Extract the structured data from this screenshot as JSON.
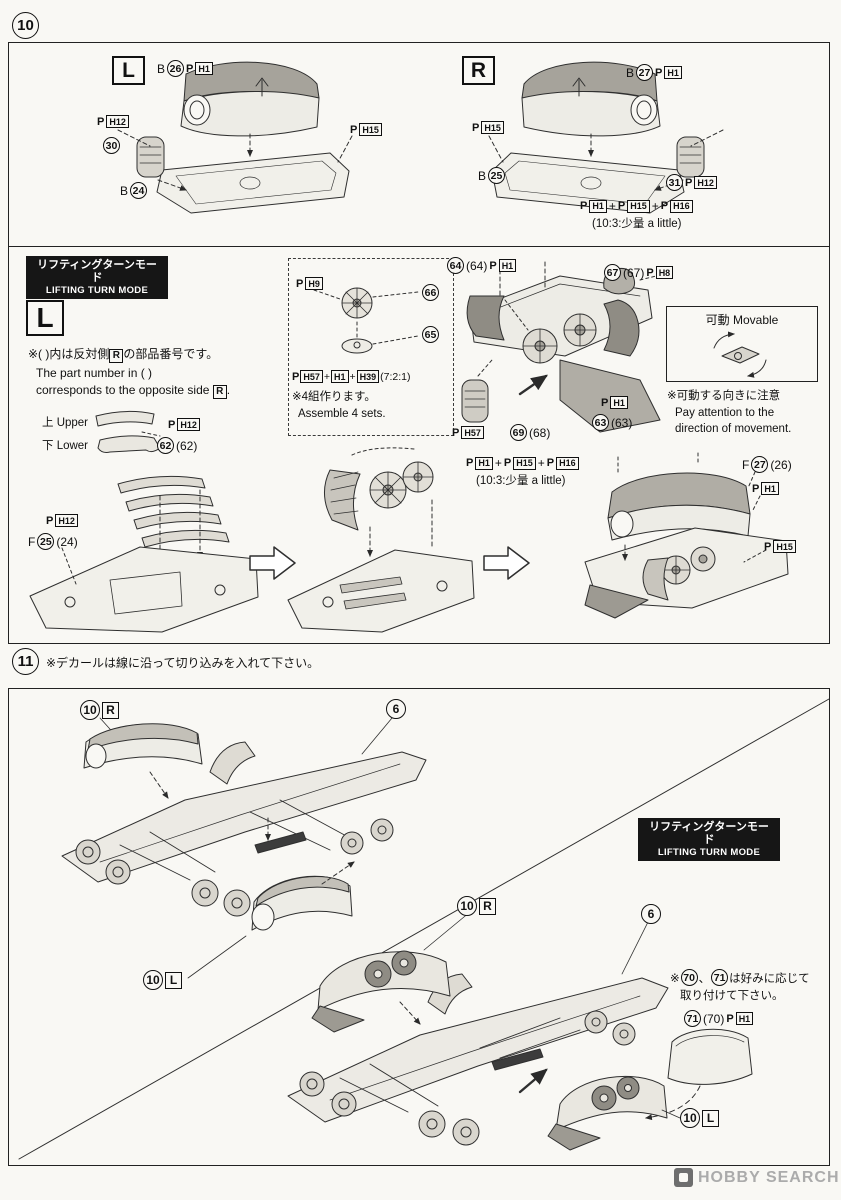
{
  "const": {
    "P": "P",
    "plus": "+",
    "B": "B",
    "F": "F"
  },
  "watermark": {
    "text": "HOBBY SEARCH"
  },
  "badge": {
    "jp": "リフティングターンモード",
    "en": "LIFTING TURN MODE"
  },
  "step10": {
    "num": "10",
    "top": {
      "left_side": "L",
      "right_side": "R",
      "b26": "26",
      "b26_paint": "H1",
      "h12_left": "H12",
      "p30": "30",
      "b24": "24",
      "h15_left": "H15",
      "b27": "27",
      "b27_paint": "H1",
      "h15_right": "H15",
      "b25": "25",
      "p31": "31",
      "h12_right": "H12"
    },
    "mix": {
      "p1": "H1",
      "p2": "H15",
      "p3": "H16",
      "ratio": "(10:3:少量 a little)"
    },
    "mid": {
      "side": "L",
      "note_jp_a": "※( )内は反対側",
      "note_jp_r": "R",
      "note_jp_b": "の部品番号です。",
      "note_en_a": "The part number in ( )",
      "note_en_b": "corresponds to the opposite side",
      "note_en_r": "R",
      "note_en_dot": ".",
      "upper": "上 Upper",
      "lower": "下 Lower",
      "h12_62": "H12",
      "p62": "62",
      "p62_alt": "(62)",
      "h12_f": "H12",
      "f25": "25",
      "f25_alt": "(24)",
      "inset": {
        "h9": "H9",
        "p66": "66",
        "p65": "65",
        "f_p": "H57",
        "f_2": "H1",
        "f_3": "H39",
        "f_ratio": "(7:2:1)",
        "note_jp": "※4組作ります。",
        "note_en": "Assemble 4 sets."
      },
      "p64a": "64",
      "p64b": "(64)",
      "p64_paint": "H1",
      "p67a": "67",
      "p67b": "(67)",
      "p67_paint": "H8",
      "movable": "可動 Movable",
      "move_jp": "※可動する向きに注意",
      "move_en1": "Pay attention to the",
      "move_en2": "direction of movement.",
      "p63_paint": "H1",
      "p63a": "63",
      "p63b": "(63)",
      "h57": "H57",
      "p69a": "69",
      "p69b": "(68)",
      "f27": "27",
      "f27_alt": "(26)",
      "h1_right": "H1",
      "h15_right": "H15"
    }
  },
  "step11": {
    "num": "11",
    "note": "※デカールは線に沿って切り込みを入れて下さい。",
    "n10": "10",
    "sideR": "R",
    "sideL": "L",
    "p6": "6",
    "opt_pre": "※",
    "opt_70": "70",
    "opt_comma": "、",
    "opt_71": "71",
    "opt_post": "は好みに応じて",
    "opt_line2": "取り付けて下さい。",
    "p71": "71",
    "p71_alt": "(70)",
    "p71_paint": "H1"
  }
}
